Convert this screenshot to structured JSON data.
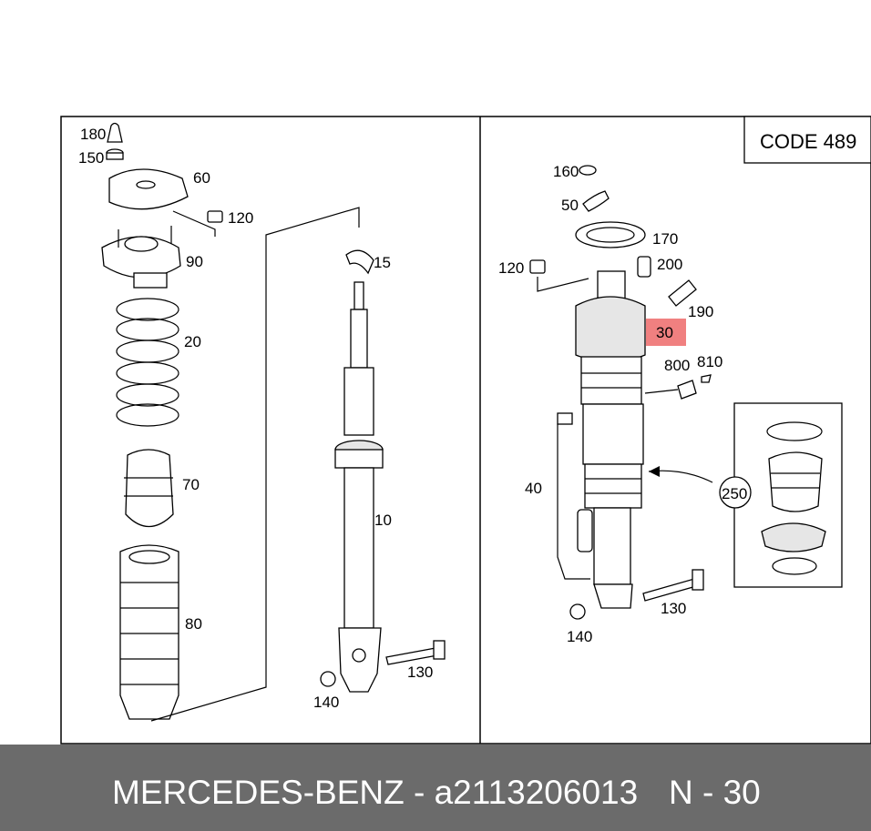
{
  "diagram": {
    "code_box": "CODE 489",
    "highlight_color": "#f08080",
    "left_panel": {
      "labels": {
        "p180": "180",
        "p150": "150",
        "p60": "60",
        "p120": "120",
        "p90": "90",
        "p20": "20",
        "p70": "70",
        "p80": "80",
        "p15": "15",
        "p10": "10",
        "p130": "130",
        "p140": "140"
      }
    },
    "right_panel": {
      "labels": {
        "p160": "160",
        "p50": "50",
        "p170": "170",
        "p120": "120",
        "p200": "200",
        "p190": "190",
        "p30": "30",
        "p800": "800",
        "p810": "810",
        "p40": "40",
        "p250": "250",
        "p130": "130",
        "p140": "140"
      }
    }
  },
  "footer": {
    "brand_part": "MERCEDES-BENZ - a2113206013",
    "position": "N - 30",
    "background": "#6b6b6b"
  }
}
